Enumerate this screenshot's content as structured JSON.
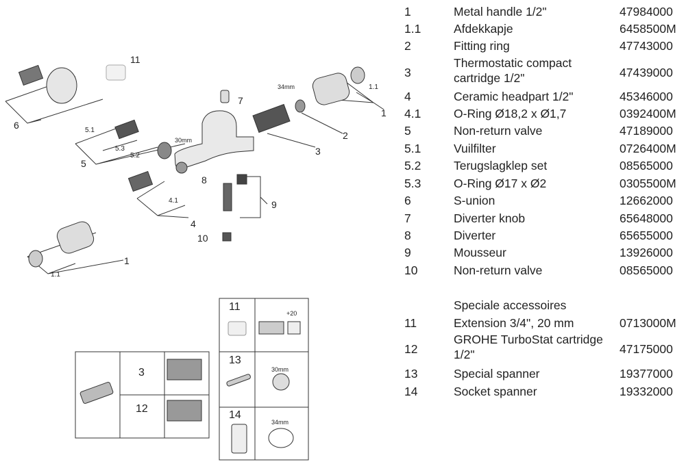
{
  "diagram": {
    "callouts": [
      "11",
      "1.1",
      "1",
      "2",
      "34mm",
      "7",
      "6",
      "5.1",
      "5.3",
      "5.2",
      "5",
      "30mm",
      "3",
      "8",
      "9",
      "4.1",
      "4",
      "10",
      "1",
      "1.1"
    ],
    "accessory_table": {
      "rows": [
        "11",
        "13",
        "14"
      ],
      "dim_plus20": "+20",
      "dim_30mm": "30mm",
      "dim_34mm": "34mm"
    },
    "cartridge_table": {
      "rows": [
        "3",
        "12"
      ]
    }
  },
  "parts": [
    {
      "no": "1",
      "name": "Metal handle 1/2\"",
      "code": "47984000"
    },
    {
      "no": "1.1",
      "name": "Afdekkapje",
      "code": "6458500M"
    },
    {
      "no": "2",
      "name": "Fitting ring",
      "code": "47743000"
    },
    {
      "no": "3",
      "name": "Thermostatic compact cartridge 1/2\"",
      "code": "47439000"
    },
    {
      "no": "4",
      "name": "Ceramic headpart 1/2\"",
      "code": "45346000"
    },
    {
      "no": "4.1",
      "name": "O-Ring Ø18,2 x Ø1,7",
      "code": "0392400M"
    },
    {
      "no": "5",
      "name": "Non-return valve",
      "code": "47189000"
    },
    {
      "no": "5.1",
      "name": "Vuilfilter",
      "code": "0726400M"
    },
    {
      "no": "5.2",
      "name": "Terugslagklep set",
      "code": "08565000"
    },
    {
      "no": "5.3",
      "name": "O-Ring Ø17 x Ø2",
      "code": "0305500M"
    },
    {
      "no": "6",
      "name": "S-union",
      "code": "12662000"
    },
    {
      "no": "7",
      "name": "Diverter knob",
      "code": "65648000"
    },
    {
      "no": "8",
      "name": "Diverter",
      "code": "65655000"
    },
    {
      "no": "9",
      "name": "Mousseur",
      "code": "13926000"
    },
    {
      "no": "10",
      "name": "Non-return valve",
      "code": "08565000"
    }
  ],
  "accessories_heading": "Speciale accessoires",
  "accessories": [
    {
      "no": "11",
      "name": "Extension 3/4\", 20 mm",
      "code": "0713000M"
    },
    {
      "no": "12",
      "name": "GROHE TurboStat cartridge 1/2\"",
      "code": "47175000"
    },
    {
      "no": "13",
      "name": "Special spanner",
      "code": "19377000"
    },
    {
      "no": "14",
      "name": "Socket spanner",
      "code": "19332000"
    }
  ]
}
